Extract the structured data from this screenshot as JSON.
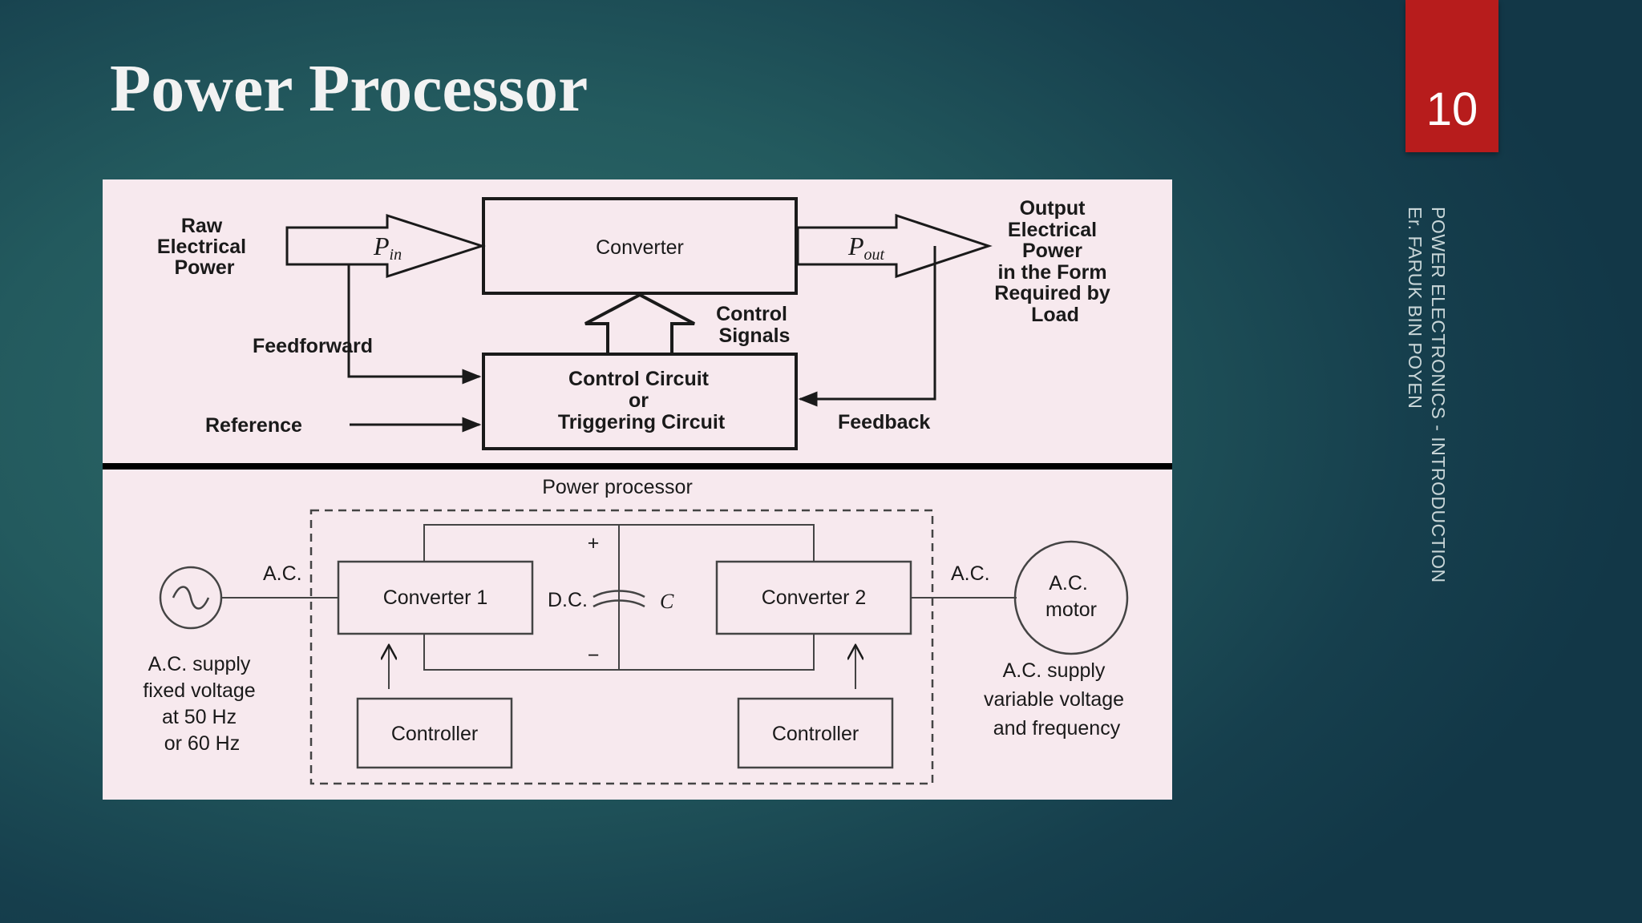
{
  "slide": {
    "title": "Power Processor",
    "number": "10",
    "footer_line1": "POWER ELECTRONICS - INTRODUCTION",
    "footer_line2": "Er. FARUK BIN POYEN",
    "accent_color": "#b71c1c"
  },
  "diagram_top": {
    "raw_power": [
      "Raw",
      "Electrical",
      "Power"
    ],
    "p_in_symbol": "P",
    "p_in_sub": "in",
    "converter": "Converter",
    "p_out_symbol": "P",
    "p_out_sub": "out",
    "output_power": [
      "Output",
      "Electrical",
      "Power",
      "in the Form",
      "Required by",
      "Load"
    ],
    "control_signals": [
      "Control",
      "Signals"
    ],
    "feedforward": "Feedforward",
    "control_circuit": [
      "Control Circuit",
      "or",
      "Triggering Circuit"
    ],
    "reference": "Reference",
    "feedback": "Feedback"
  },
  "diagram_bottom": {
    "power_processor": "Power processor",
    "ac_left": "A.C.",
    "converter1": "Converter 1",
    "dc": "D.C.",
    "plus": "+",
    "minus": "−",
    "capacitor": "C",
    "converter2": "Converter 2",
    "ac_right": "A.C.",
    "motor": [
      "A.C.",
      "motor"
    ],
    "supply_left": [
      "A.C. supply",
      "fixed voltage",
      "at 50 Hz",
      "or 60 Hz"
    ],
    "supply_right": [
      "A.C. supply",
      "variable voltage",
      "and frequency"
    ],
    "controller1": "Controller",
    "controller2": "Controller"
  }
}
